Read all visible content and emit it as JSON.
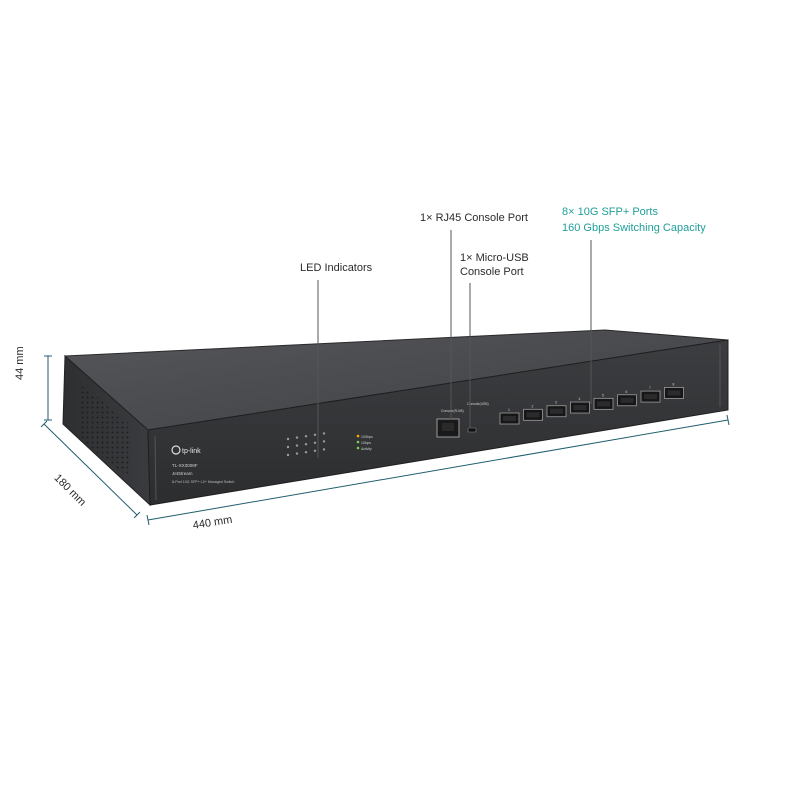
{
  "callouts": {
    "led_indicators": "LED Indicators",
    "rj45_console": "1× RJ45 Console Port",
    "micro_usb_line1": "1× Micro-USB",
    "micro_usb_line2": "Console Port",
    "sfp_ports": "8× 10G SFP+ Ports",
    "switching_capacity": "160 Gbps Switching Capacity"
  },
  "dimensions": {
    "height": "44 mm",
    "depth": "180 mm",
    "width": "440 mm"
  },
  "device": {
    "brand": "tp-link",
    "model": "TL-SX3008F",
    "series": "JetStream",
    "description": "8-Port 10G SFP+ L2+ Managed Switch",
    "console_label": "Console(RJ45)",
    "usb_label": "Console(USB)",
    "led_legend": [
      "10Gbps",
      "1Gbps",
      "Activity"
    ],
    "port_numbers": [
      "1",
      "2",
      "3",
      "4",
      "5",
      "6",
      "7",
      "8"
    ]
  },
  "colors": {
    "accent": "#1f9e9a",
    "body": "#3a3b3d",
    "top": "#4a4b4e"
  }
}
